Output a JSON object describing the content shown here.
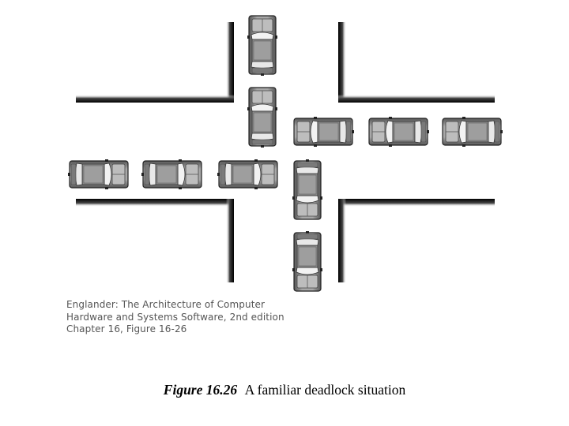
{
  "figure": {
    "credit_lines": [
      "Englander: The Architecture of Computer",
      "Hardware and Systems Software, 2nd edition",
      "Chapter 16, Figure 16-26"
    ],
    "caption_label": "Figure 16.26",
    "caption_text": "A familiar deadlock situation"
  },
  "colors": {
    "road_edge": "#000000",
    "car_body": "#9a9a9a",
    "car_dark": "#2a2a2a",
    "windshield": "#f2f2f2"
  }
}
